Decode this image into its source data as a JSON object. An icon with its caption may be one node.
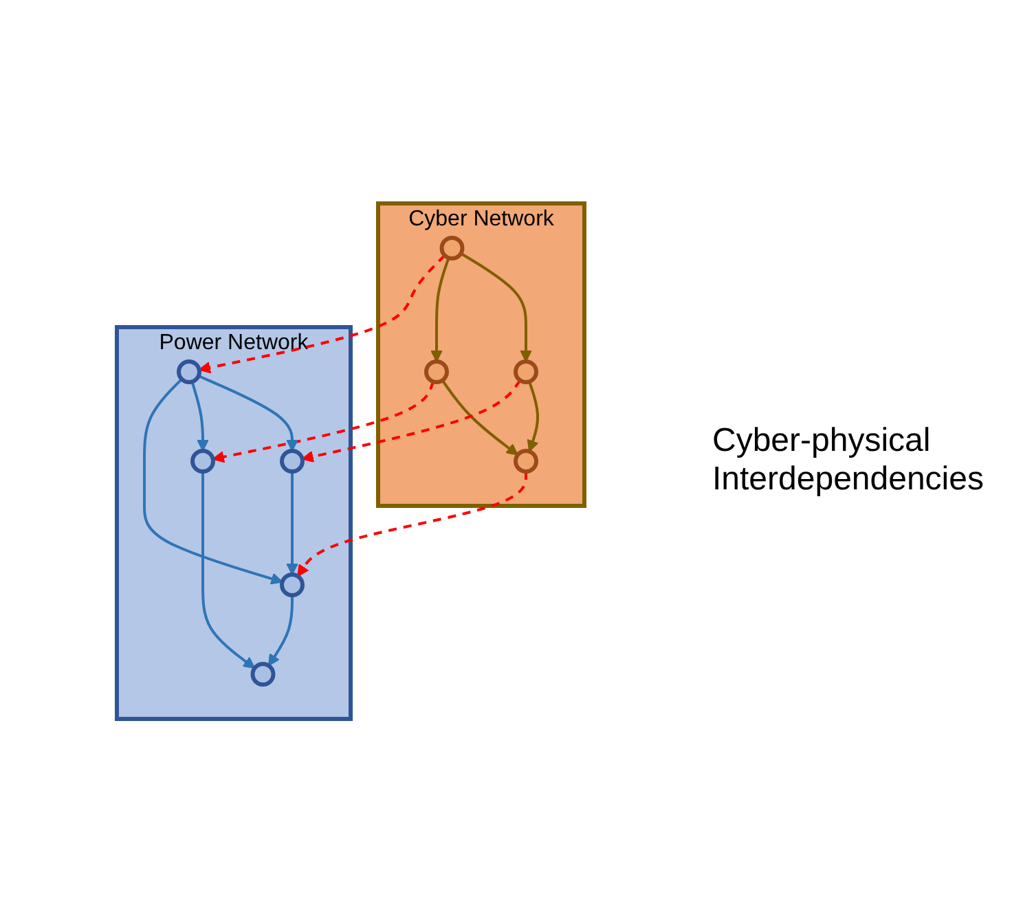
{
  "diagram": {
    "nodes": [
      {
        "text": [
          "Cyber Network"
        ]
      },
      {
        "text": [],
        "shape": "circle",
        "in": 0
      },
      {
        "text": [],
        "shape": "circle",
        "in": 0
      },
      {
        "text": [],
        "shape": "circle",
        "in": 0
      },
      {
        "text": [],
        "shape": "circle",
        "in": 0
      },
      {
        "text": [
          "Power Network"
        ]
      },
      {
        "text": [],
        "shape": "circle",
        "in": 5
      },
      {
        "text": [],
        "shape": "circle",
        "in": 5
      },
      {
        "text": [],
        "shape": "circle",
        "in": 5
      },
      {
        "text": [],
        "shape": "circle",
        "in": 5
      },
      {
        "text": [],
        "shape": "circle",
        "in": 5
      }
    ],
    "edges": [
      {
        "from": 1,
        "to": 2,
        "arrow": "to",
        "color": "#7f6000"
      },
      {
        "from": 1,
        "to": 3,
        "arrow": "to",
        "color": "#7f6000"
      },
      {
        "from": 2,
        "to": 4,
        "arrow": "to",
        "color": "#7f6000"
      },
      {
        "from": 3,
        "to": 4,
        "arrow": "to",
        "color": "#7f6000"
      },
      {
        "from": 1,
        "to": 6,
        "arrow": "to",
        "style": "dashed",
        "color": "#ff0000"
      },
      {
        "from": 2,
        "to": 7,
        "arrow": "to",
        "style": "dashed",
        "color": "#ff0000"
      },
      {
        "from": 3,
        "to": 8,
        "arrow": "to",
        "style": "dashed",
        "color": "#ff0000"
      },
      {
        "from": 4,
        "to": 9,
        "arrow": "to",
        "style": "dashed",
        "color": "#ff0000"
      },
      {
        "from": 6,
        "to": 7,
        "arrow": "to"
      },
      {
        "from": 6,
        "to": 8,
        "arrow": "to"
      },
      {
        "from": 6,
        "to": 9,
        "arrow": "to"
      },
      {
        "from": 7,
        "to": 9,
        "arrow": "to"
      },
      {
        "from": 8,
        "to": 10,
        "arrow": "to"
      },
      {
        "from": 9,
        "to": 10,
        "arrow": "to"
      }
    ],
    "labels": [
      "Cyber-physical Interdependencies"
    ]
  }
}
